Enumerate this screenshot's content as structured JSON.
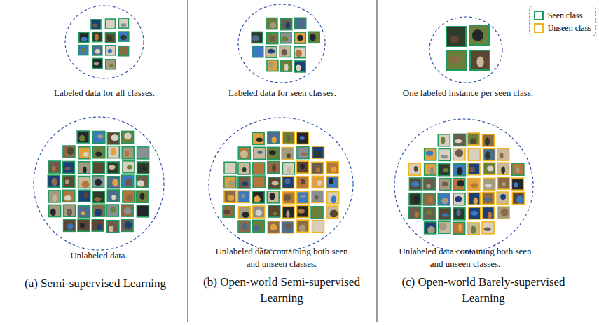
{
  "diagram": {
    "labels": [
      "Labeled data for all classes.",
      "Unlabeled data.",
      "(a) Semi-supervised Learning",
      "Labeled data for seen classes.",
      "Unlabeled data containing both seen and unseen classes.",
      "(b) Open-world Semi-supervised Learning",
      "One labeled instance per seen class.",
      "Unlabeled data containing both seen and unseen classes.",
      "(c) Open-world Barely-supervised Learning"
    ],
    "legend": [
      {
        "text": "Seen class",
        "color": "#1f9a5c"
      },
      {
        "text": "Unseen class",
        "color": "#f0b41e"
      }
    ]
  }
}
